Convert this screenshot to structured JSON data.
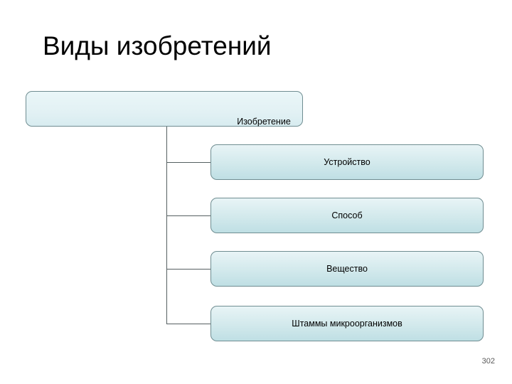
{
  "slide": {
    "title": "Виды изобретений",
    "page_number": "302",
    "accent_color": "#bfdfe4",
    "border_color": "#6f8d91",
    "connector_color": "#555f61"
  },
  "diagram": {
    "root": {
      "label": "Изобретение"
    },
    "children": [
      {
        "label": "Устройство"
      },
      {
        "label": "Способ"
      },
      {
        "label": "Вещество"
      },
      {
        "label": "Штаммы микроорганизмов"
      }
    ]
  }
}
